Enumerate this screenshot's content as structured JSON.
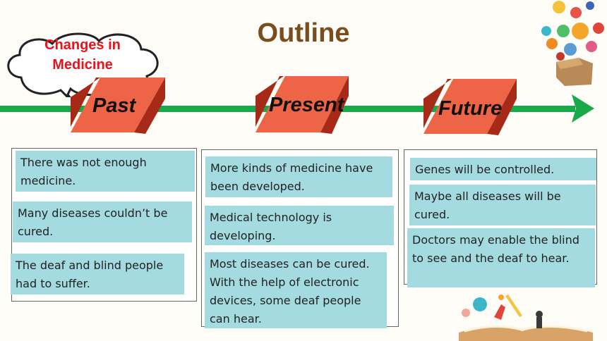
{
  "slide": {
    "title": "Outline",
    "cloud_label": "Changes in Medicine"
  },
  "timeline": {
    "labels": [
      "Past",
      "Present",
      "Future"
    ],
    "colors": {
      "line": "#19a84a",
      "slab": "#ee6446",
      "slab_dark": "#a62a17",
      "note_bg": "#a3dbe0"
    }
  },
  "columns": {
    "past": [
      "There was not enough medicine.",
      "Many diseases couldn’t be cured.",
      "The deaf and blind people had to suffer."
    ],
    "present": [
      "More kinds of medicine have been developed.",
      "Medical technology is developing.",
      "Most diseases can be cured. With the help of electronic devices, some deaf people can hear."
    ],
    "future": [
      "Genes will be controlled.",
      "Maybe all diseases will be cured.",
      "Doctors may enable the blind to see and the deaf to hear."
    ]
  }
}
